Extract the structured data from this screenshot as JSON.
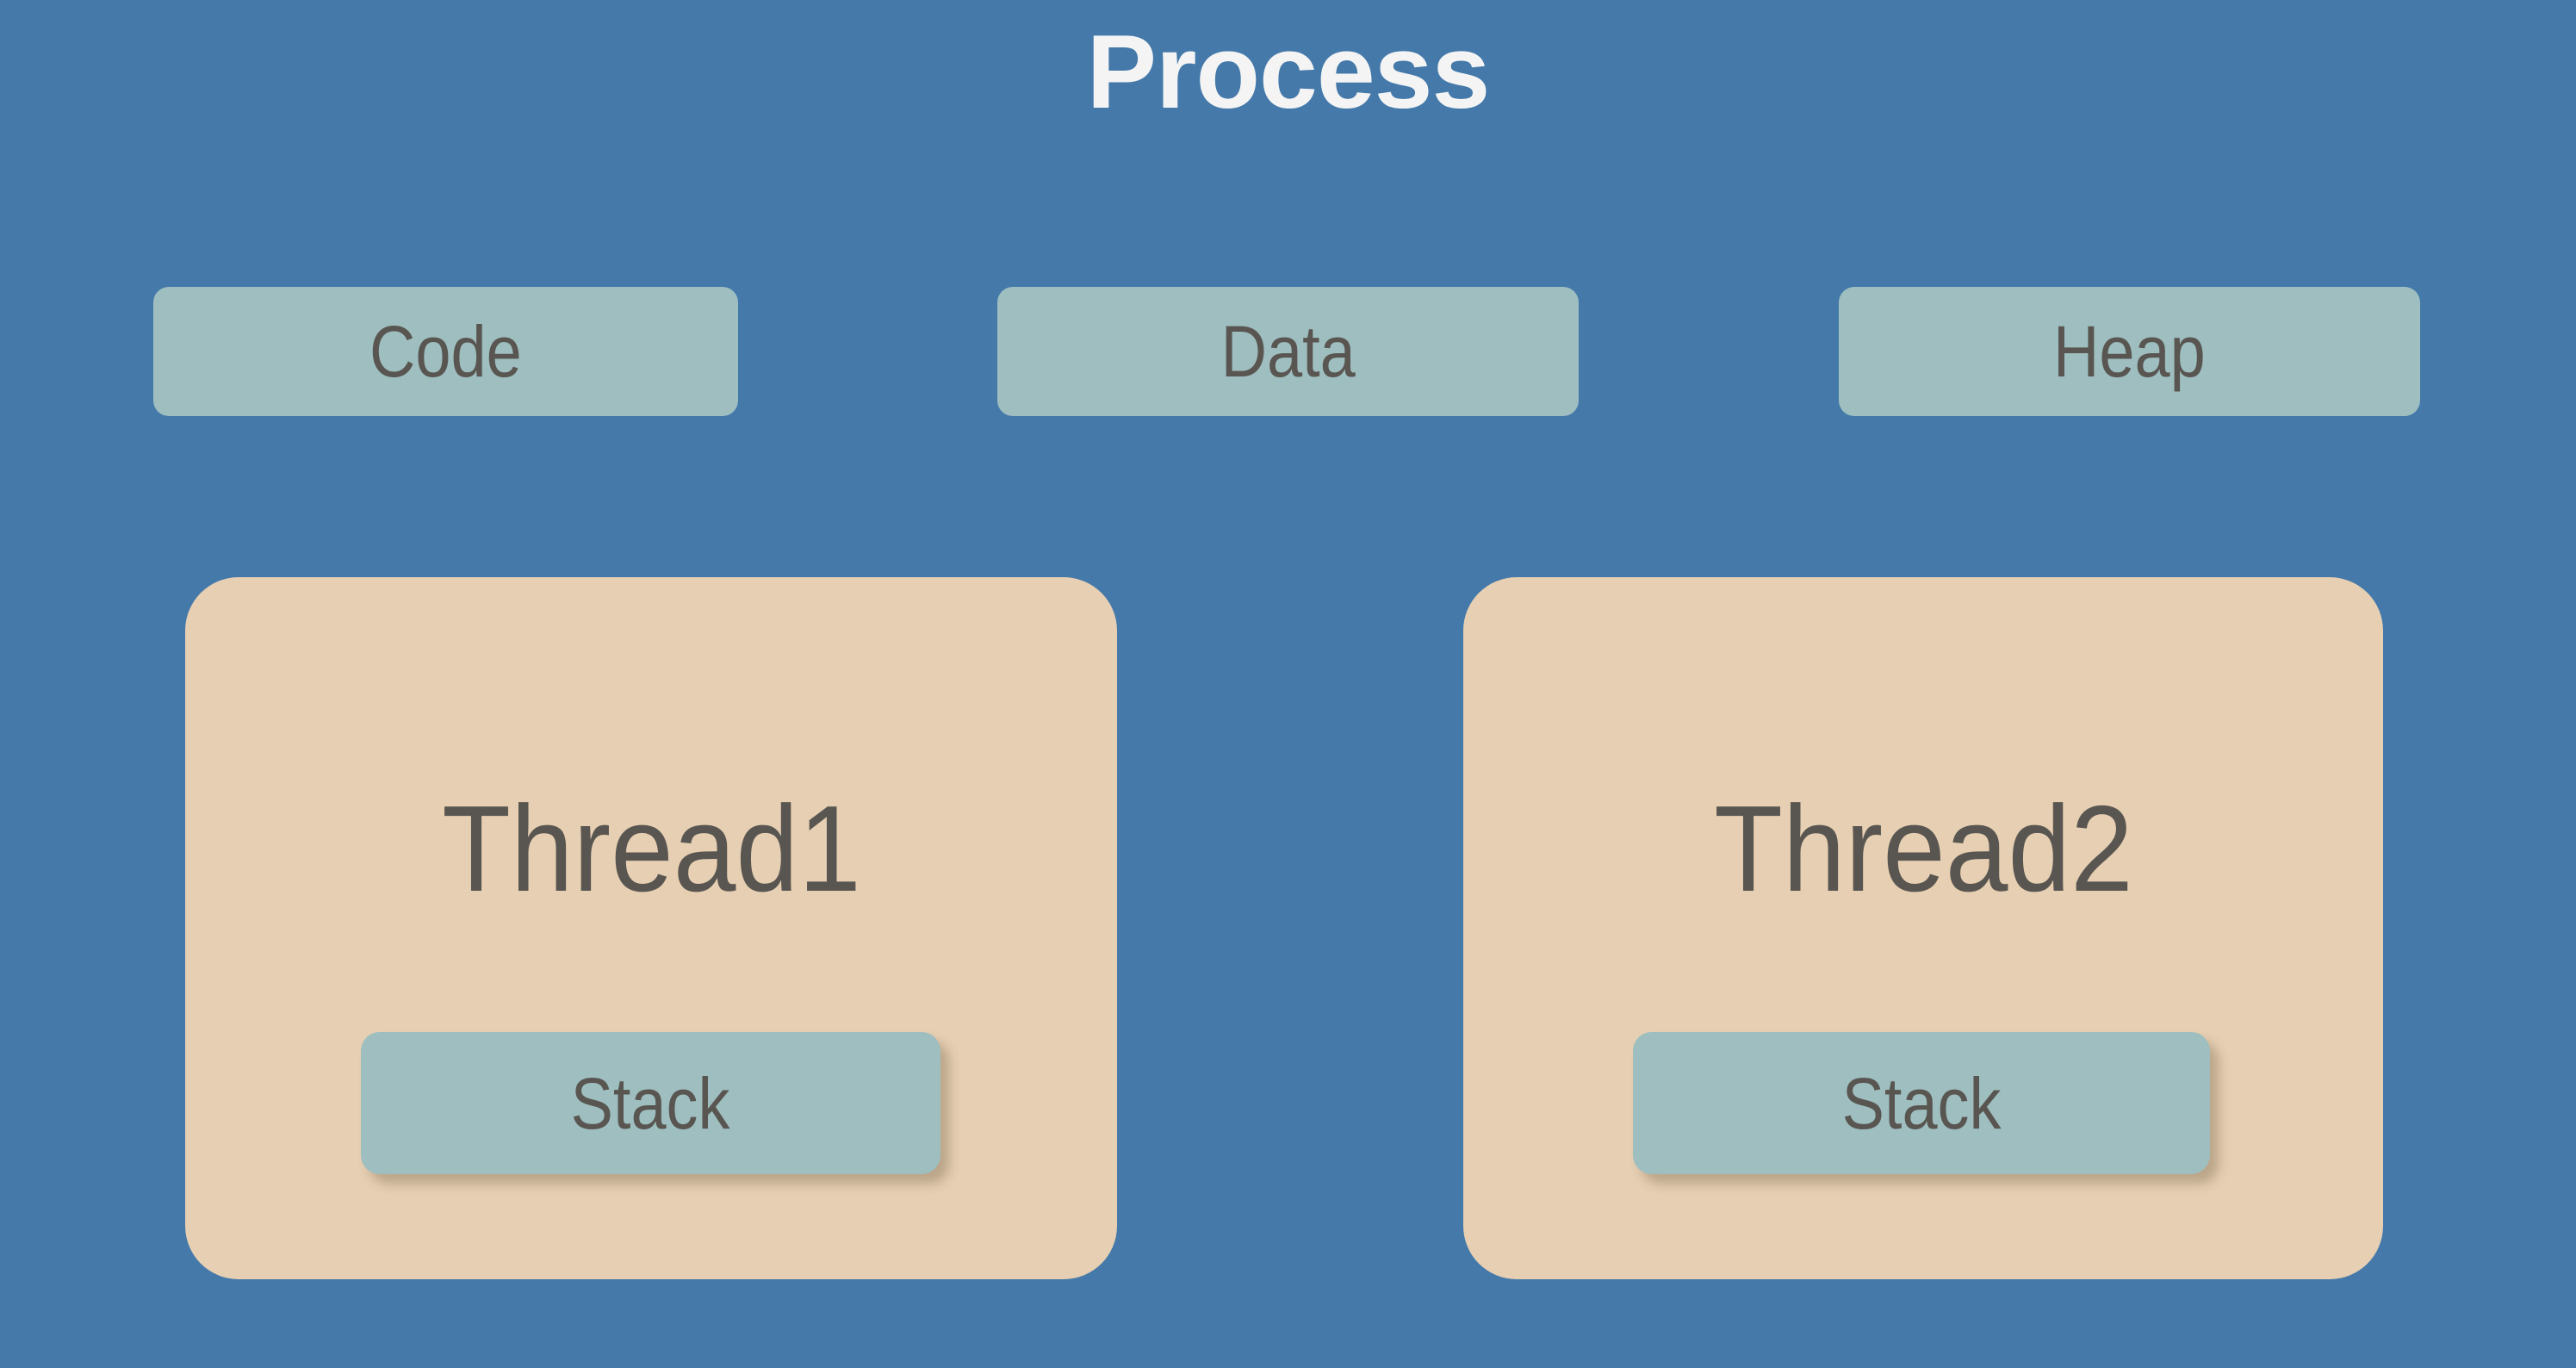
{
  "diagram": {
    "title": "Process",
    "background_color": "#4479aa",
    "title_color": "#f4f4f4",
    "segment_color": "#9ebec0",
    "thread_color": "#e6cfb2",
    "label_color": "#595651",
    "segments": [
      {
        "label": "Code"
      },
      {
        "label": "Data"
      },
      {
        "label": "Heap"
      }
    ],
    "threads": [
      {
        "label": "Thread1",
        "stack_label": "Stack"
      },
      {
        "label": "Thread2",
        "stack_label": "Stack"
      }
    ]
  }
}
